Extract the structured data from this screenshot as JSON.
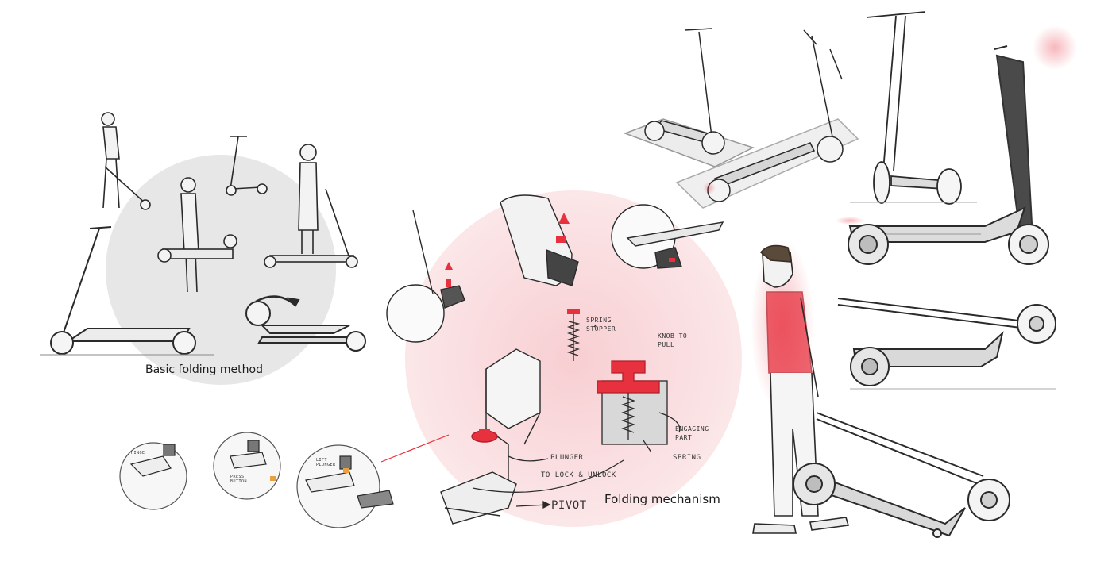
{
  "captions": {
    "basic_folding": "Basic folding method",
    "folding_mechanism": "Folding mechanism"
  },
  "annotations": {
    "spring_stopper": "SPRING STOPPER",
    "knob_to_pull": "KNOB TO PULL",
    "engaging_part": "ENGAGING PART",
    "spring": "SPRING",
    "plunger": "PLUNGER",
    "to_lock_unlock": "TO LOCK & UNLOCK",
    "pivot": "PIVOT",
    "hinge": "HINGE",
    "press_button": "PRESS BUTTON",
    "lift_plunger": "LIFT PLUNGER"
  },
  "colors": {
    "accent": "#e8313f",
    "accent_soft": "#f9dfe1",
    "grey_soft": "#e6e6e6",
    "ink": "#2a2a2a"
  }
}
